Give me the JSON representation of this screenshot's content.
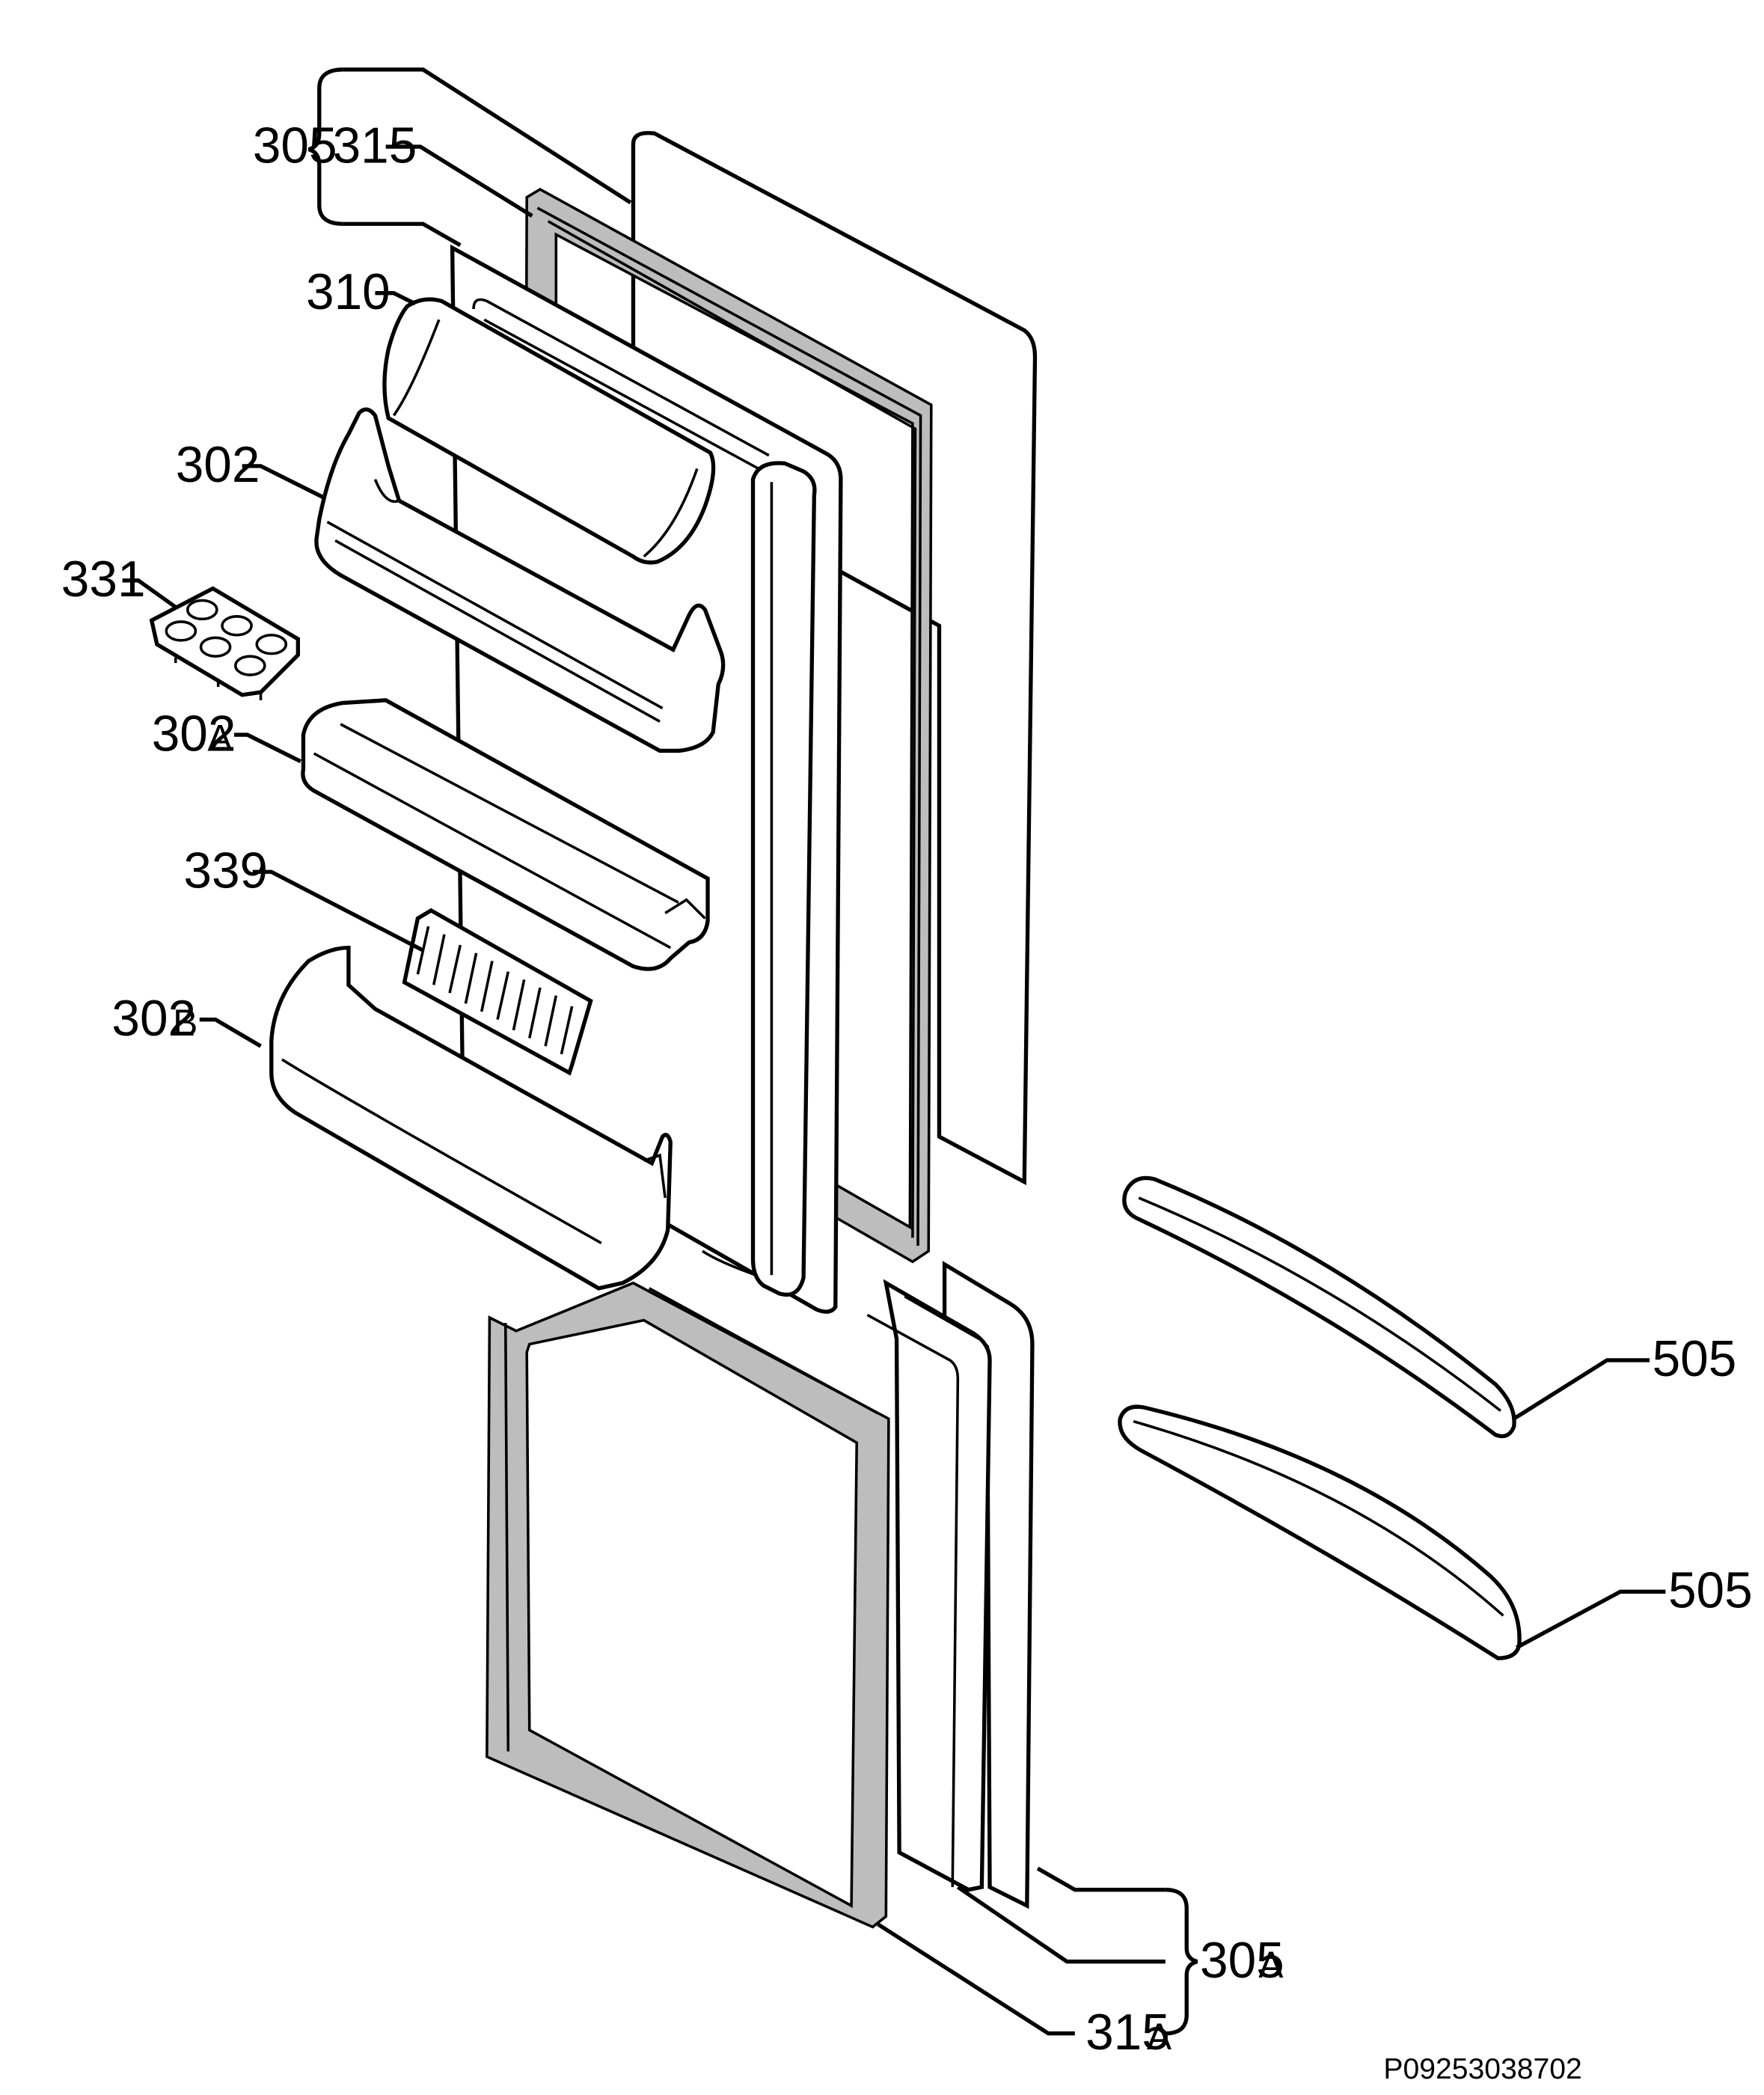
{
  "labels": {
    "l305": "305",
    "l315": "315",
    "l310": "310",
    "l302": "302",
    "l331": "331",
    "l302a": "302",
    "l302a_suffix": "A",
    "l339": "339",
    "l302b": "302",
    "l302b_suffix": "B",
    "l505_upper": "505",
    "l505_lower": "505",
    "l305a": "305",
    "l305a_suffix": "A",
    "l315a": "315",
    "l315a_suffix": "A"
  },
  "drawing_code": "P09253038702"
}
